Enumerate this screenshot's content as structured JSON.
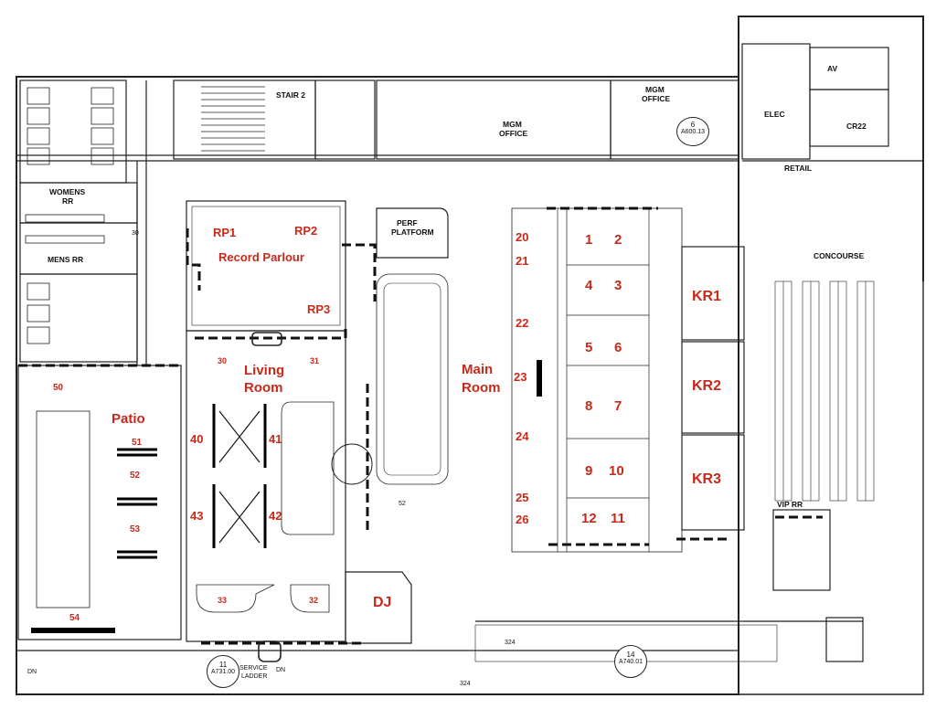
{
  "rooms": {
    "womens_rr": "WOMENS\nRR",
    "womens_rr_line1": "WOMENS",
    "womens_rr_line2": "RR",
    "mens_rr": "MENS RR",
    "stair2": "STAIR 2",
    "mgm_office_1_line1": "MGM",
    "mgm_office_1_line2": "OFFICE",
    "mgm_office_2_line1": "MGM",
    "mgm_office_2_line2": "OFFICE",
    "elec": "ELEC",
    "av": "AV",
    "cr22": "CR22",
    "retail": "RETAIL",
    "concourse": "CONCOURSE",
    "perf_platform_line1": "PERF",
    "perf_platform_line2": "PLATFORM",
    "vip_rr": "VIP RR",
    "service_ladder_line1": "SERVICE",
    "service_ladder_line2": "LADDER",
    "dn1": "DN",
    "dn2": "DN"
  },
  "zones": {
    "rp1": "RP1",
    "rp2": "RP2",
    "rp3": "RP3",
    "record_parlour": "Record Parlour",
    "living_room_line1": "Living",
    "living_room_line2": "Room",
    "main_room_line1": "Main",
    "main_room_line2": "Room",
    "patio": "Patio",
    "dj": "DJ",
    "kr1": "KR1",
    "kr2": "KR2",
    "kr3": "KR3"
  },
  "tables": {
    "t1": "1",
    "t2": "2",
    "t3": "3",
    "t4": "4",
    "t5": "5",
    "t6": "6",
    "t7": "7",
    "t8": "8",
    "t9": "9",
    "t10": "10",
    "t11": "11",
    "t12": "12",
    "t20": "20",
    "t21": "21",
    "t22": "22",
    "t23": "23",
    "t24": "24",
    "t25": "25",
    "t26": "26",
    "t30": "30",
    "t31": "31",
    "t32": "32",
    "t33": "33",
    "t40": "40",
    "t41": "41",
    "t42": "42",
    "t43": "43",
    "t50": "50",
    "t51": "51",
    "t52": "52",
    "t53": "53",
    "t54": "54"
  },
  "bubbles": {
    "b6_num": "6",
    "b6_ref": "A600.13",
    "b11_num": "11",
    "b11_ref": "A731.00",
    "b14_num": "14",
    "b14_ref": "A740.01"
  },
  "small_tags": {
    "t30_door": "30",
    "t52_side": "52",
    "t324a": "324",
    "t324b": "324"
  },
  "colors": {
    "label_red": "#c8291a",
    "line": "#222222",
    "wall_fill": "#d9d9d9"
  }
}
